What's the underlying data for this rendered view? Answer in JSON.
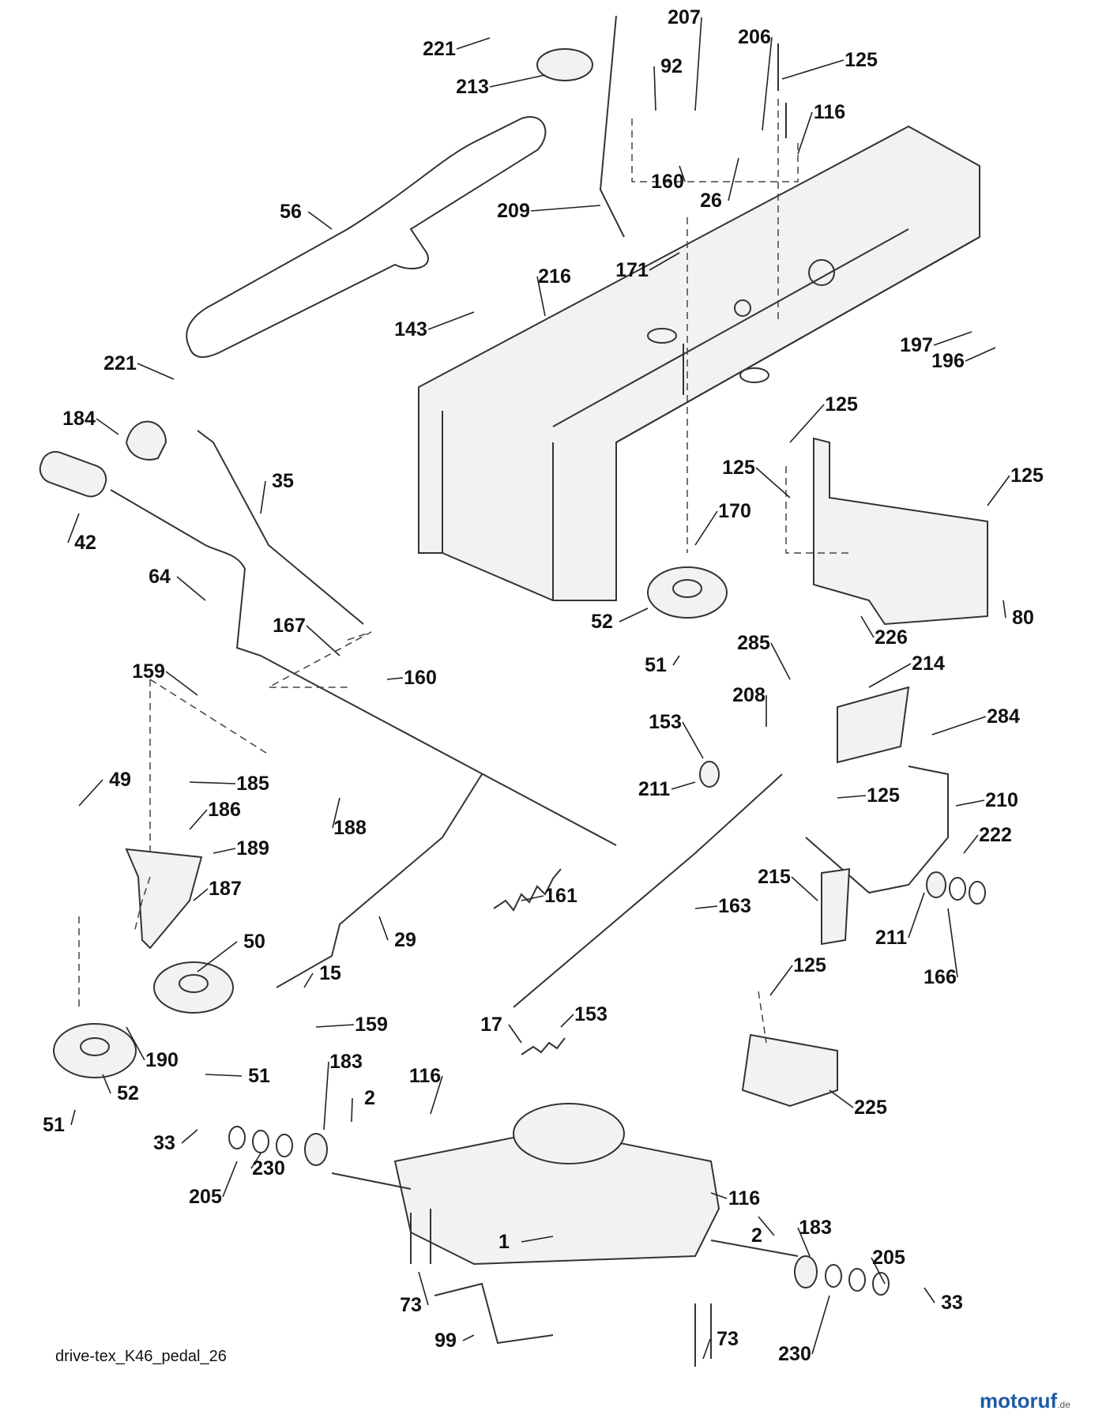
{
  "caption": "drive-tex_K46_pedal_26",
  "watermark": {
    "name": "motoruf",
    "tld": ".de",
    "color": "#1e5aa8"
  },
  "callouts": [
    {
      "label": "221"
    },
    {
      "label": "213"
    },
    {
      "label": "207"
    },
    {
      "label": "206"
    },
    {
      "label": "125"
    },
    {
      "label": "92"
    },
    {
      "label": "116"
    },
    {
      "label": "160"
    },
    {
      "label": "26"
    },
    {
      "label": "56"
    },
    {
      "label": "209"
    },
    {
      "label": "171"
    },
    {
      "label": "216"
    },
    {
      "label": "143"
    },
    {
      "label": "197"
    },
    {
      "label": "196"
    },
    {
      "label": "221"
    },
    {
      "label": "184"
    },
    {
      "label": "35"
    },
    {
      "label": "42"
    },
    {
      "label": "125"
    },
    {
      "label": "125"
    },
    {
      "label": "125"
    },
    {
      "label": "170"
    },
    {
      "label": "64"
    },
    {
      "label": "167"
    },
    {
      "label": "52"
    },
    {
      "label": "80"
    },
    {
      "label": "226"
    },
    {
      "label": "159"
    },
    {
      "label": "160"
    },
    {
      "label": "51"
    },
    {
      "label": "285"
    },
    {
      "label": "214"
    },
    {
      "label": "208"
    },
    {
      "label": "284"
    },
    {
      "label": "153"
    },
    {
      "label": "49"
    },
    {
      "label": "185"
    },
    {
      "label": "211"
    },
    {
      "label": "125"
    },
    {
      "label": "210"
    },
    {
      "label": "186"
    },
    {
      "label": "188"
    },
    {
      "label": "222"
    },
    {
      "label": "189"
    },
    {
      "label": "215"
    },
    {
      "label": "161"
    },
    {
      "label": "187"
    },
    {
      "label": "163"
    },
    {
      "label": "211"
    },
    {
      "label": "166"
    },
    {
      "label": "50"
    },
    {
      "label": "29"
    },
    {
      "label": "15"
    },
    {
      "label": "125"
    },
    {
      "label": "159"
    },
    {
      "label": "153"
    },
    {
      "label": "17"
    },
    {
      "label": "190"
    },
    {
      "label": "51"
    },
    {
      "label": "52"
    },
    {
      "label": "51"
    },
    {
      "label": "183"
    },
    {
      "label": "116"
    },
    {
      "label": "225"
    },
    {
      "label": "2"
    },
    {
      "label": "33"
    },
    {
      "label": "230"
    },
    {
      "label": "205"
    },
    {
      "label": "116"
    },
    {
      "label": "2"
    },
    {
      "label": "183"
    },
    {
      "label": "1"
    },
    {
      "label": "205"
    },
    {
      "label": "73"
    },
    {
      "label": "33"
    },
    {
      "label": "99"
    },
    {
      "label": "73"
    },
    {
      "label": "230"
    }
  ]
}
